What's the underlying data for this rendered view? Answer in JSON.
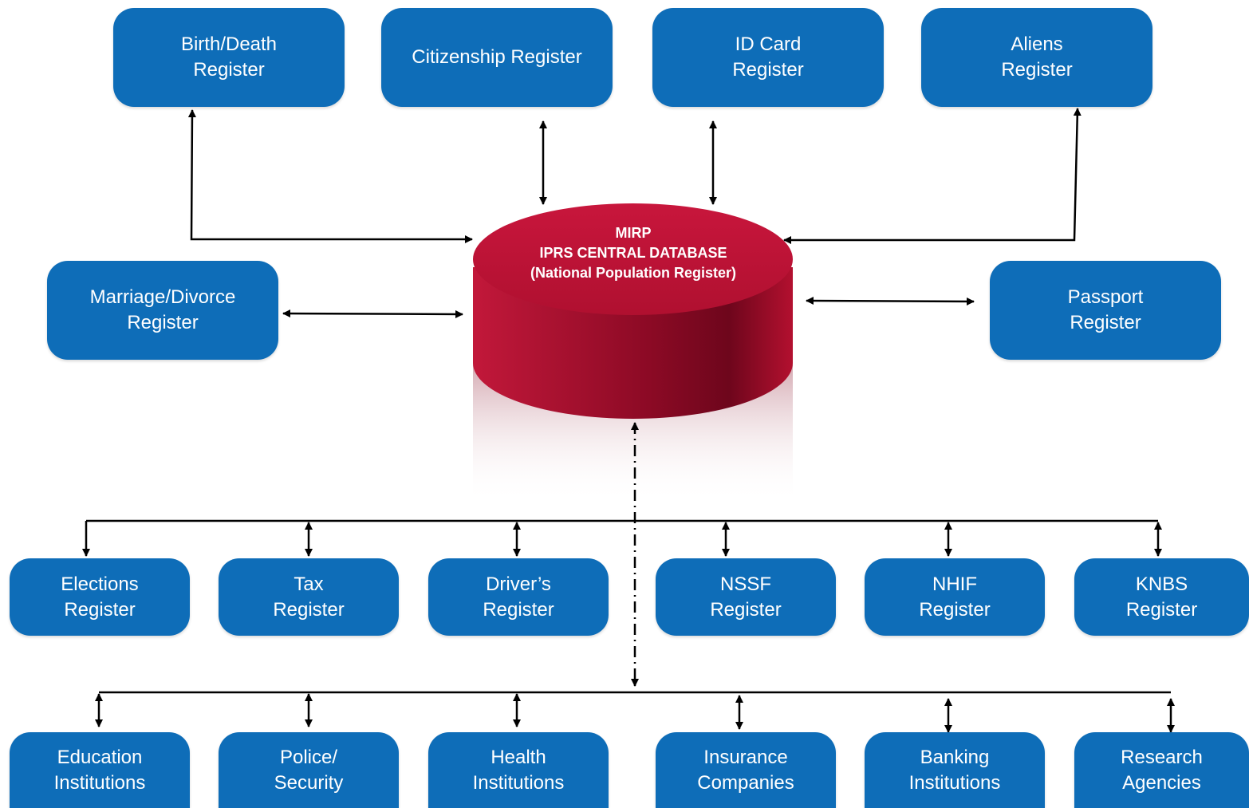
{
  "database": {
    "line1": "MIRP",
    "line2": "IPRS CENTRAL DATABASE",
    "line3": "(National Population Register)",
    "color": "#b3102f"
  },
  "box_color": "#0e6db8",
  "top_registers": [
    {
      "line1": "Birth/Death",
      "line2": "Register"
    },
    {
      "line1": "Citizenship Register",
      "line2": ""
    },
    {
      "line1": "ID Card",
      "line2": "Register"
    },
    {
      "line1": "Aliens",
      "line2": "Register"
    }
  ],
  "side_registers": {
    "left": {
      "line1": "Marriage/Divorce",
      "line2": "Register"
    },
    "right": {
      "line1": "Passport",
      "line2": "Register"
    }
  },
  "agency_registers": [
    {
      "line1": "Elections",
      "line2": "Register"
    },
    {
      "line1": "Tax",
      "line2": "Register"
    },
    {
      "line1": "Driver’s",
      "line2": "Register"
    },
    {
      "line1": "NSSF",
      "line2": "Register"
    },
    {
      "line1": "NHIF",
      "line2": "Register"
    },
    {
      "line1": "KNBS",
      "line2": "Register"
    }
  ],
  "institutions": [
    {
      "line1": "Education",
      "line2": "Institutions"
    },
    {
      "line1": "Police/",
      "line2": "Security"
    },
    {
      "line1": "Health",
      "line2": "Institutions"
    },
    {
      "line1": "Insurance",
      "line2": "Companies"
    },
    {
      "line1": "Banking",
      "line2": "Institutions"
    },
    {
      "line1": "Research",
      "line2": "Agencies"
    }
  ]
}
